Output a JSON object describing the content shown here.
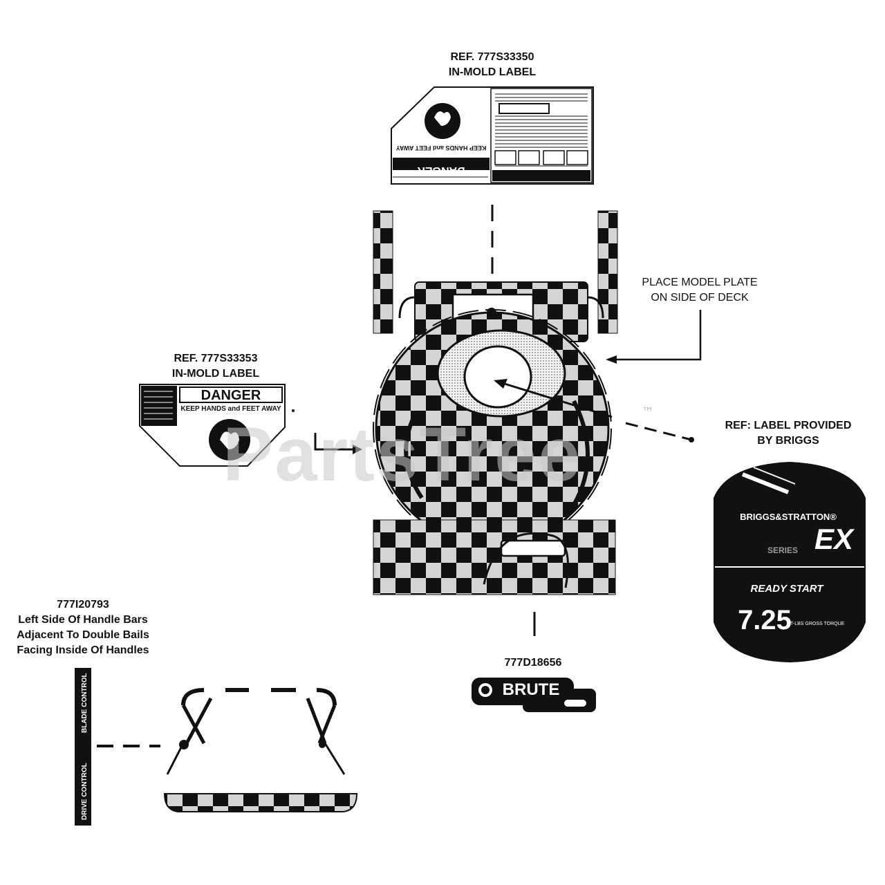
{
  "watermark": {
    "text": "PartsTree",
    "tm": "™"
  },
  "callouts": {
    "top_label": {
      "ref": "REF. 777S33350",
      "kind": "IN-MOLD LABEL"
    },
    "left_label": {
      "ref": "REF. 777S33353",
      "kind": "IN-MOLD LABEL"
    },
    "model_plate": {
      "line1": "PLACE MODEL PLATE",
      "line2": "ON SIDE OF DECK"
    },
    "briggs_ref": {
      "line1": "REF: LABEL PROVIDED",
      "line2": "BY BRIGGS"
    },
    "handle_decal": {
      "part": "777I20793",
      "line1": "Left Side Of Handle Bars",
      "line2": "Adjacent To Double Bails",
      "line3": "Facing Inside Of Handles"
    },
    "brute_decal": {
      "part": "777D18656"
    }
  },
  "labels": {
    "danger_word": "DANGER",
    "danger_sub": "KEEP HANDS and FEET AWAY",
    "brute_logo": "BRUTE",
    "engine": {
      "brand": "BRIGGS&STRATTON®",
      "series_word": "SERIES",
      "series_mark": "EX",
      "ready_start": "READY START",
      "power_value": "7.25",
      "power_unit": "FT-LBS GROSS TORQUE"
    },
    "handle_strip": {
      "top_text": "BLADE CONTROL",
      "bottom_text": "DRIVE CONTROL"
    }
  },
  "colors": {
    "ink": "#111111",
    "watermark": "#c9c9c9",
    "checker_light": "#cfcfcf"
  }
}
